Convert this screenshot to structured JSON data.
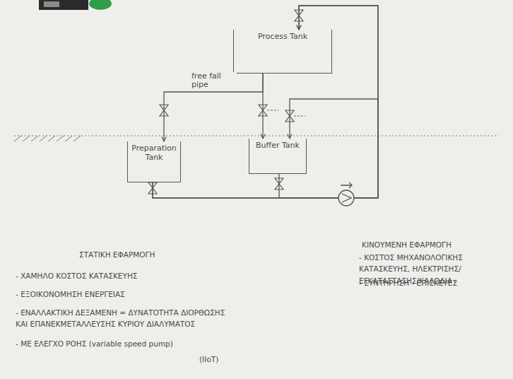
{
  "diagram": {
    "nodes": [
      {
        "text": [
          "Process Tank"
        ]
      },
      {
        "text": [
          "Preparation Tank"
        ]
      },
      {
        "text": [
          "Buffer Tank"
        ]
      }
    ],
    "edges": [
      {
        "from": 0,
        "to": 1,
        "arrow": "to",
        "label": "free fall pipe"
      },
      {
        "from": 0,
        "to": 2,
        "arrow": "to"
      },
      {
        "from": 1,
        "to": 0,
        "arrow": "to"
      },
      {
        "from": 2,
        "to": 0,
        "arrow": "to"
      },
      {
        "from": 1,
        "to": 2,
        "arrow": "to"
      }
    ],
    "labels": [
      "ΣΤΑΤΙΚΗ ΕΦΑΡΜΟΓΗ",
      "- ΧΑΜΗΛΟ ΚΟΣΤΟΣ ΚΑΤΑΣΚΕΥΗΣ",
      "- ΕΞΟΙΚΟΝΟΜΗΣΗ ΕΝΕΡΓΕΙΑΣ",
      "- ΕΝΑΛΛΑΚΤΙΚΗ ΔΕΞΑΜΕΝΗ = ΔΥΝΑΤΟΤΗΤΑ ΔΙΟΡΘΩΣΗΣ ΚΑΙ ΕΠΑΝΕΚΜΕΤΑΛΛΕΥΣΗΣ ΚΥΡΙΟΥ ΔΙΑΛΥΜΑΤΟΣ",
      "- ΜΕ ΕΛΕΓΧΟ ΡΟΗΣ (variable speed pump)",
      "(IIoT)",
      "ΚΙΝΟΥΜΕΝΗ ΕΦΑΡΜΟΓΗ",
      "- ΚΟΣΤΟΣ ΜΗΧΑΝΟΛΟΓΙΚΗΣ ΚΑΤΑΣΚΕΥΗΣ, ΗΛΕΚΤΡΙΣΗΣ/ΕΓΚΑΤΑΣΤΑΣΗΣ/ΚΑΛΩΔΙΑ -",
      "- ΣΥΝΤΗΡΗΣΗ - ΕΠΙΣΚΕΥΕΣ"
    ]
  }
}
